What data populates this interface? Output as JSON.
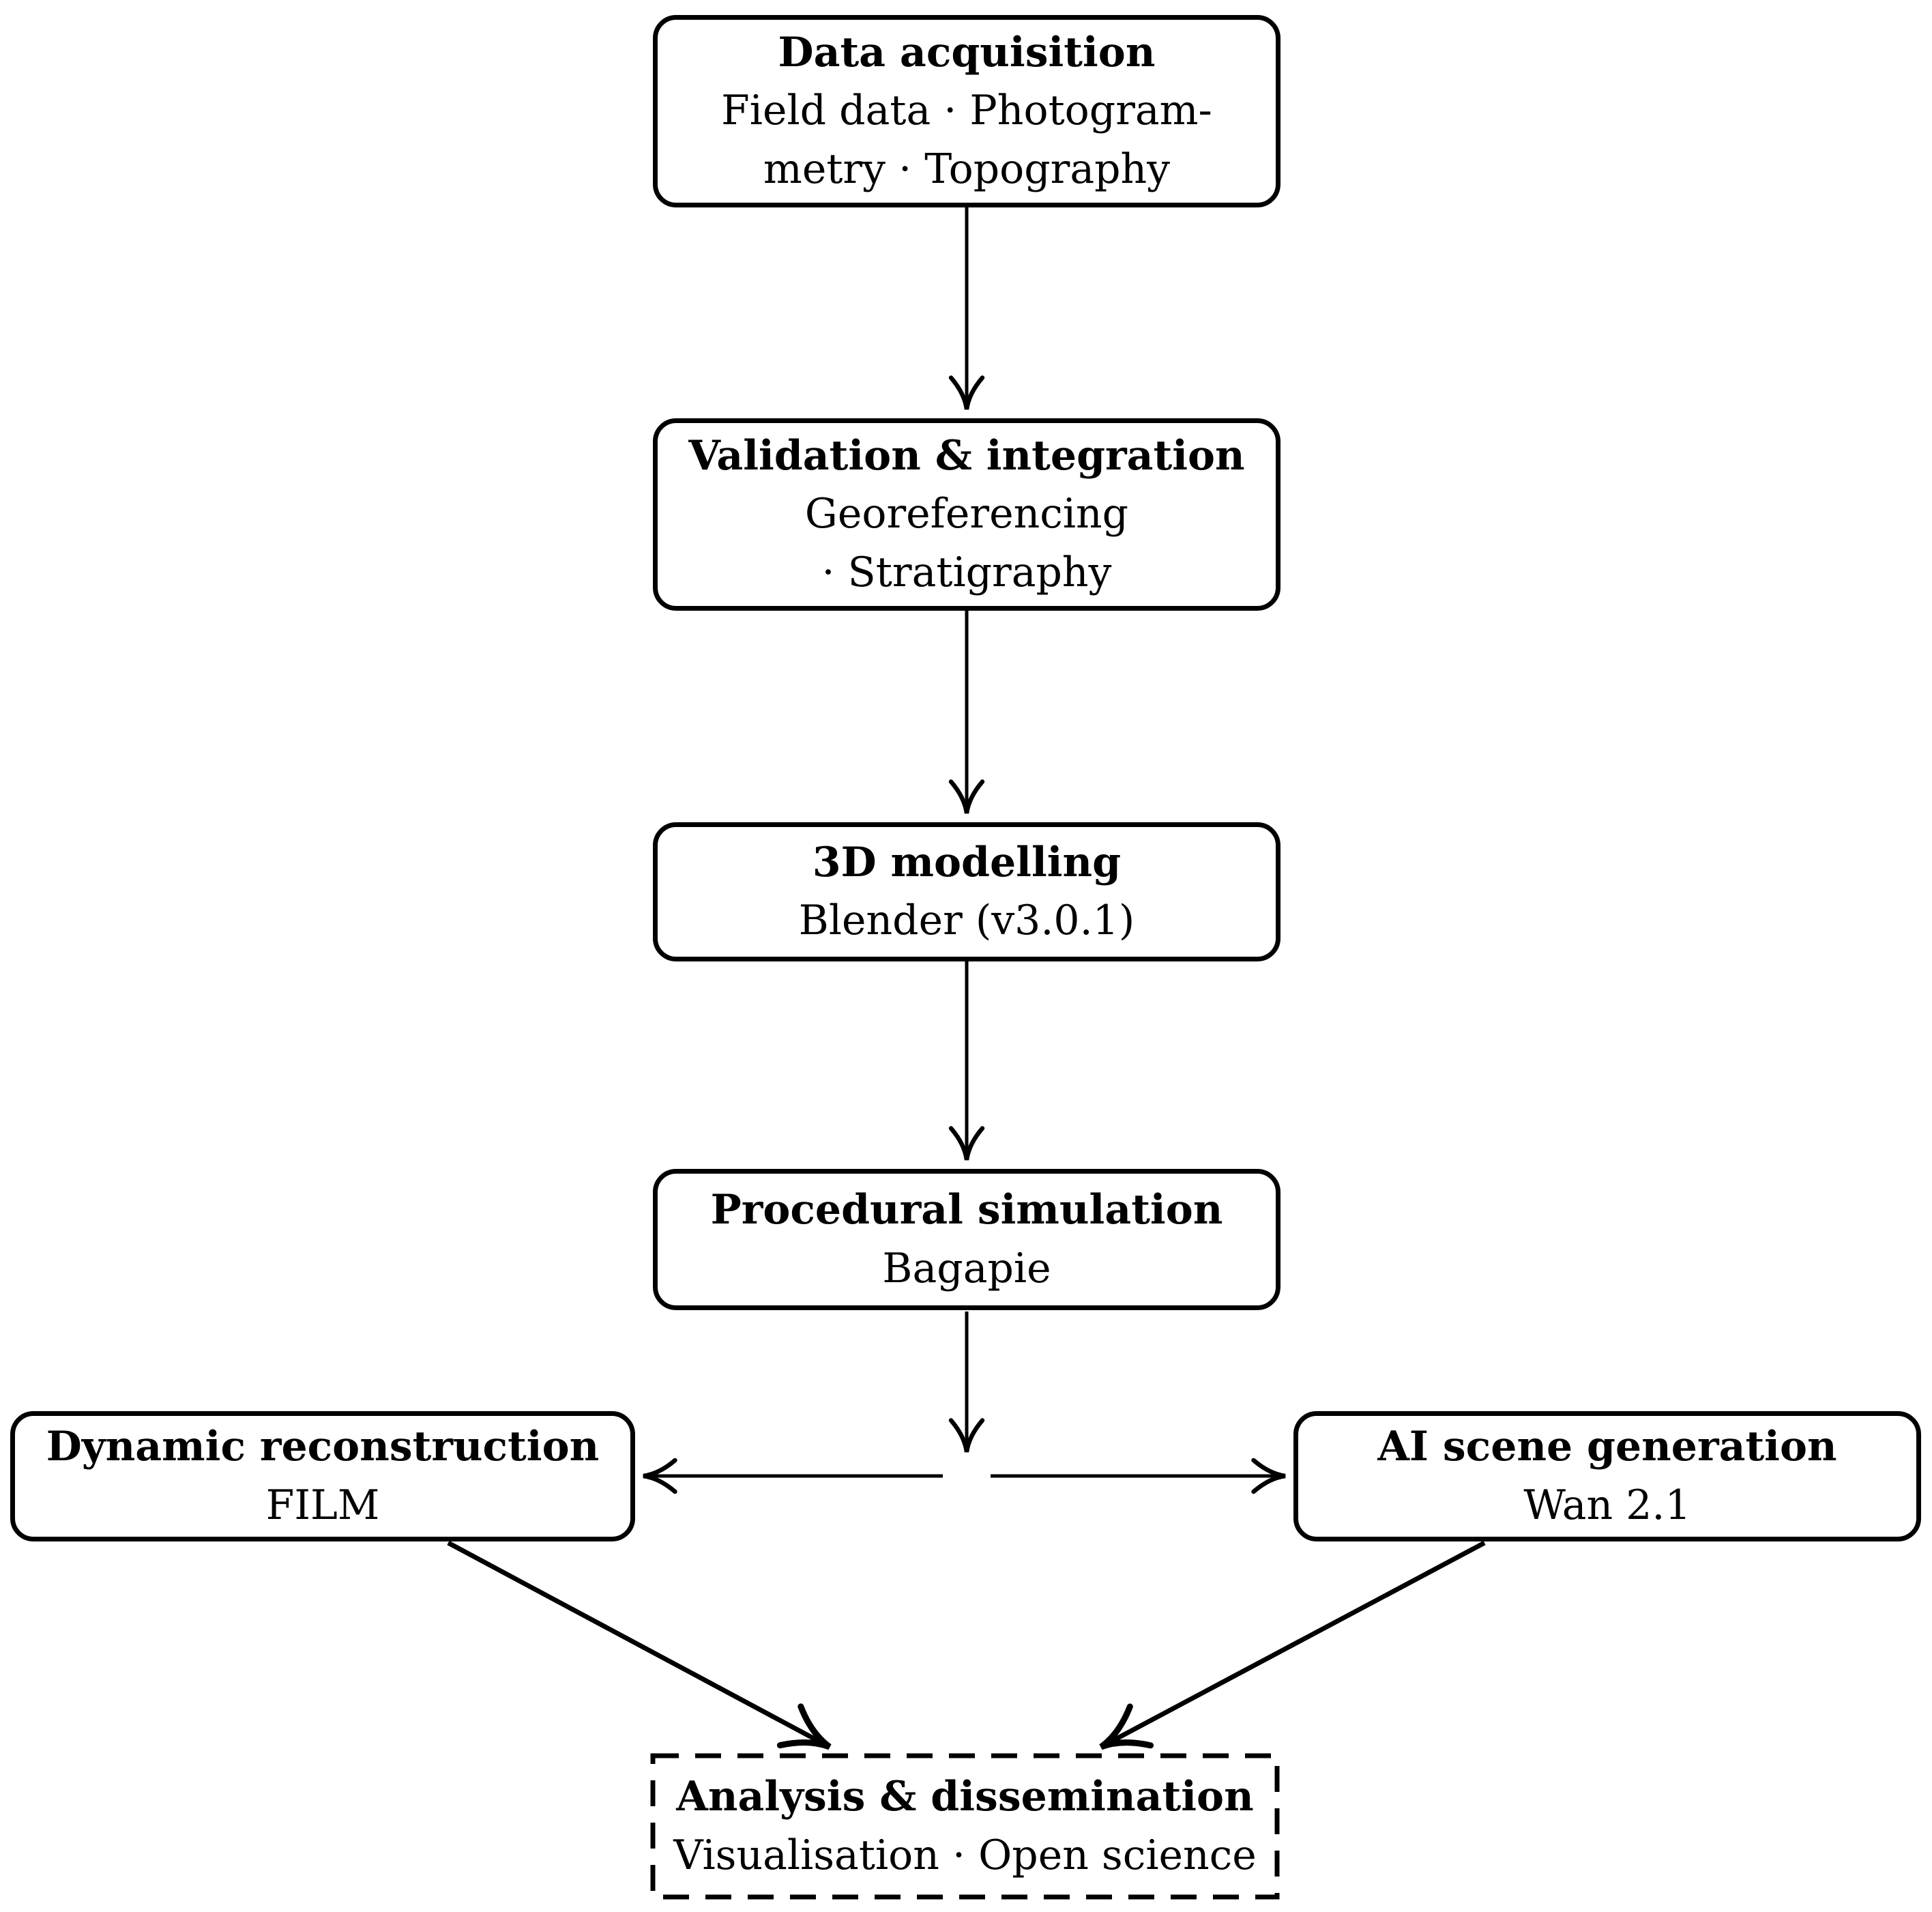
{
  "diagram": {
    "background_color": "#ffffff",
    "line_color": "#000000",
    "nodes": [
      {
        "id": "data-acquisition",
        "title": "Data acquisition",
        "lines": [
          "Field data · Photogram-",
          "metry · Topography"
        ],
        "border": "solid"
      },
      {
        "id": "validation-integration",
        "title": "Validation & integration",
        "lines": [
          "Georeferencing",
          "· Stratigraphy"
        ],
        "border": "solid"
      },
      {
        "id": "3d-modelling",
        "title": "3D modelling",
        "lines": [
          "Blender (v3.0.1)"
        ],
        "border": "solid"
      },
      {
        "id": "procedural-simulation",
        "title": "Procedural simulation",
        "lines": [
          "Bagapie"
        ],
        "border": "solid"
      },
      {
        "id": "dynamic-reconstruction",
        "title": "Dynamic reconstruction",
        "lines": [
          "FILM"
        ],
        "border": "solid"
      },
      {
        "id": "ai-scene-generation",
        "title": "AI scene generation",
        "lines": [
          "Wan 2.1"
        ],
        "border": "dashed-target-solid"
      },
      {
        "id": "analysis-dissemination",
        "title": "Analysis & dissemination",
        "lines": [
          "Visualisation · Open science"
        ],
        "border": "dashed"
      }
    ],
    "edges": [
      {
        "from": "data-acquisition",
        "to": "validation-integration",
        "style": "arrow-down"
      },
      {
        "from": "validation-integration",
        "to": "3d-modelling",
        "style": "arrow-down"
      },
      {
        "from": "3d-modelling",
        "to": "procedural-simulation",
        "style": "arrow-down"
      },
      {
        "from": "procedural-simulation",
        "to": "split-junction",
        "style": "arrow-down"
      },
      {
        "from": "split-junction",
        "to": "dynamic-reconstruction",
        "style": "arrow-left"
      },
      {
        "from": "split-junction",
        "to": "ai-scene-generation",
        "style": "arrow-right"
      },
      {
        "from": "dynamic-reconstruction",
        "to": "analysis-dissemination",
        "style": "arrow-diagonal"
      },
      {
        "from": "ai-scene-generation",
        "to": "analysis-dissemination",
        "style": "arrow-diagonal"
      }
    ]
  }
}
